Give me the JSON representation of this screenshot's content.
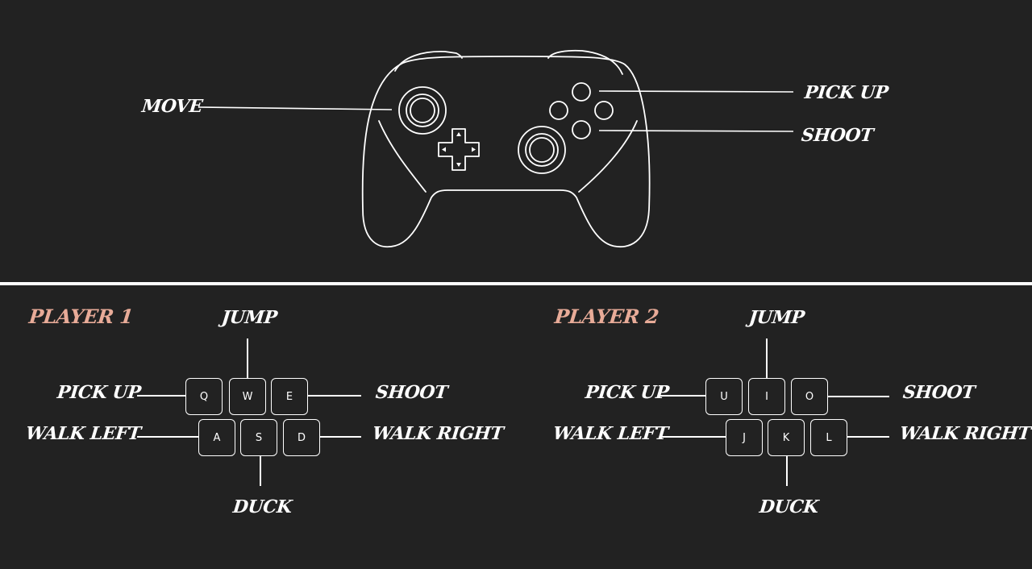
{
  "controller": {
    "move_label": "MOVE",
    "pickup_label": "PICK UP",
    "shoot_label": "SHOOT"
  },
  "player1": {
    "title": "PLAYER 1",
    "labels": {
      "jump": "JUMP",
      "pickup": "PICK UP",
      "shoot": "SHOOT",
      "walk_left": "WALK LEFT",
      "walk_right": "WALK RIGHT",
      "duck": "DUCK"
    },
    "keys": {
      "q": "Q",
      "w": "W",
      "e": "E",
      "a": "A",
      "s": "S",
      "d": "D"
    }
  },
  "player2": {
    "title": "PLAYER 2",
    "labels": {
      "jump": "JUMP",
      "pickup": "PICK UP",
      "shoot": "SHOOT",
      "walk_left": "WALK LEFT",
      "walk_right": "WALK RIGHT",
      "duck": "DUCK"
    },
    "keys": {
      "u": "U",
      "i": "I",
      "o": "O",
      "j": "J",
      "k": "K",
      "l": "L"
    }
  },
  "colors": {
    "background": "#222222",
    "line": "#ffffff",
    "player_title": "#e8ab98"
  }
}
